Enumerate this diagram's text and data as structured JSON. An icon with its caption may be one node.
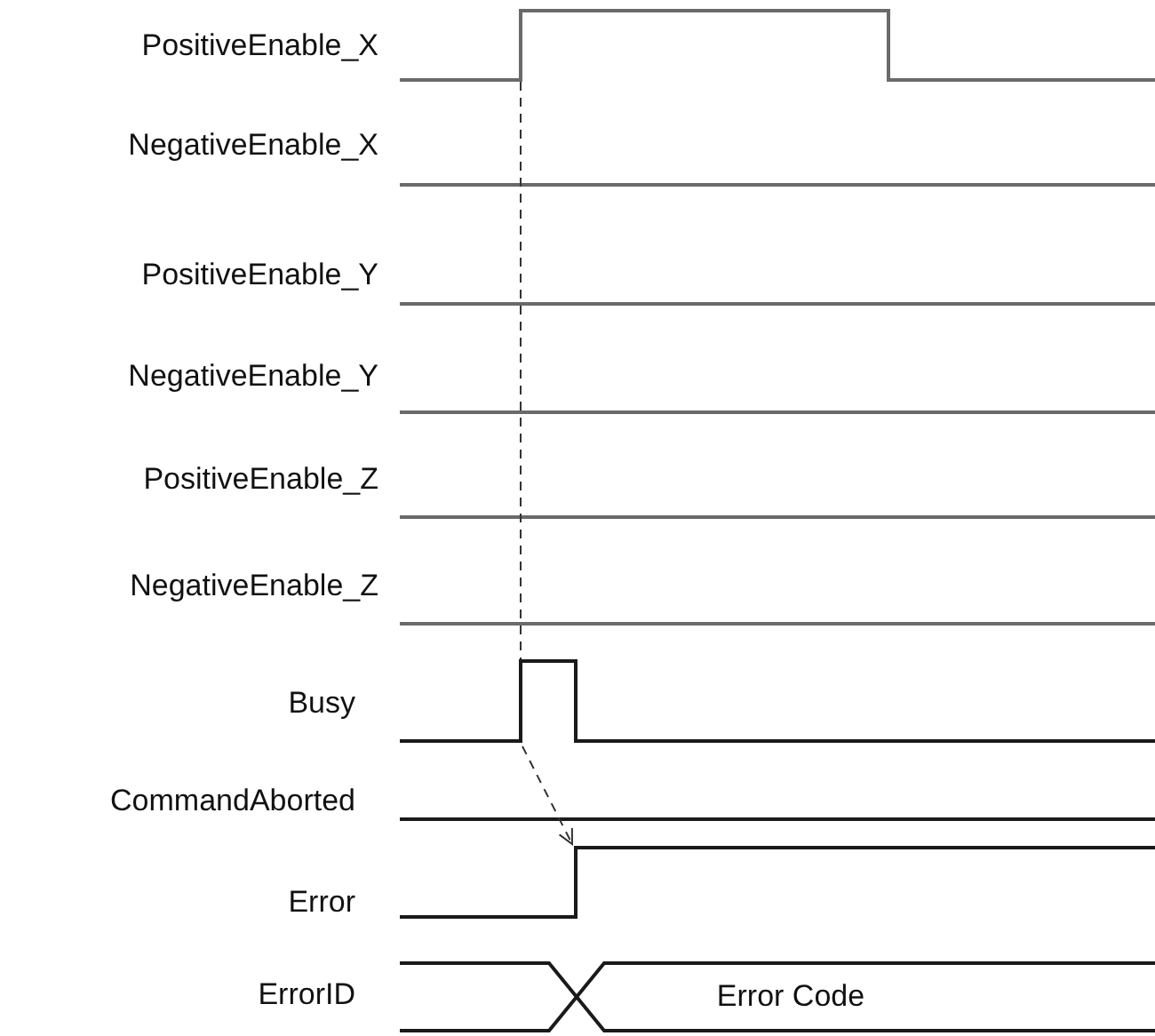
{
  "diagram": {
    "labels": [
      "PositiveEnable_X",
      "NegativeEnable_X",
      "PositiveEnable_Y",
      "NegativeEnable_Y",
      "PositiveEnable_Z",
      "NegativeEnable_Z",
      "Busy",
      "CommandAborted",
      "Error",
      "ErrorID",
      "Error Code"
    ]
  }
}
